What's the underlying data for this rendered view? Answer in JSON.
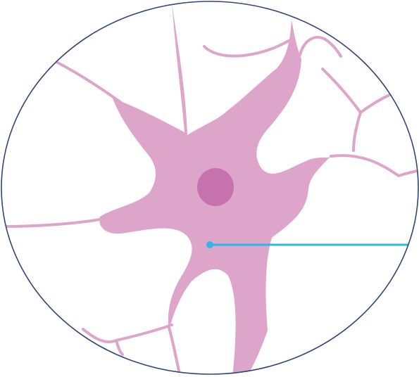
{
  "diagram": {
    "subject": "neuron",
    "parts": {
      "frame": "circle-outline",
      "cell_body": "soma",
      "nucleus": "nucleus",
      "dendrites": "dendrites",
      "pointer": "callout-line"
    }
  },
  "colors": {
    "background": "#ffffff",
    "frame_stroke": "#2f4678",
    "cell_fill": "#dea5cb",
    "nucleus_fill": "#c672ae",
    "pointer": "#2eb6e8"
  }
}
